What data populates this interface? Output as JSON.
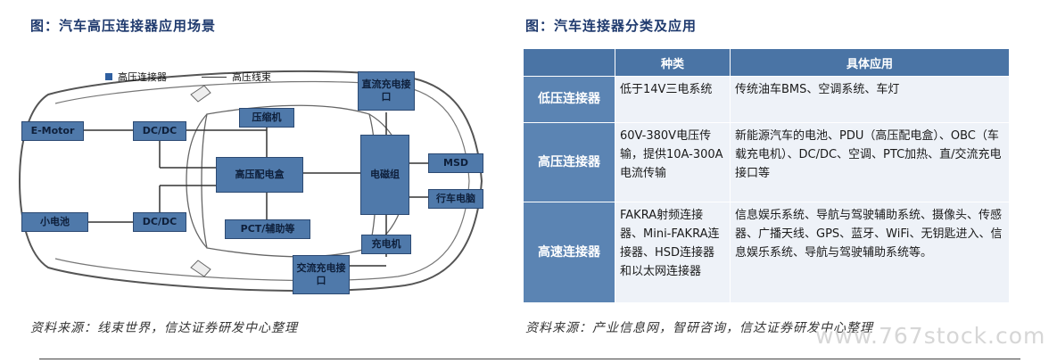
{
  "left_title": "图：汽车高压连接器应用场景",
  "right_title": "图：汽车连接器分类及应用",
  "left_source": "资料来源：线束世界，信达证券研发中心整理",
  "right_source": "资料来源：产业信息网，智研咨询，信达证券研发中心整理",
  "watermark": "www.767stock.com",
  "legend": {
    "connector": "高压连接器",
    "harness": "高压线束"
  },
  "diagram_boxes": {
    "e_motor": "E-Motor",
    "dcdc_top": "DC/DC",
    "compressor": "压缩机",
    "dc_charge_port": "直流充电接口",
    "hv_distribution": "高压配电盒",
    "battery_pack": "电磁组",
    "msd": "MSD",
    "vehicle_computer": "行车电脑",
    "small_battery": "小电池",
    "dcdc_bottom": "DC/DC",
    "ptc_aux": "PCT/辅助等",
    "charger": "充电机",
    "ac_charge_port": "交流充电接口"
  },
  "colors": {
    "box_fill": "#4f79aa",
    "header_fill": "#4a74a5",
    "cell_fill": "#eef2f8"
  },
  "table": {
    "headers": [
      "",
      "种类",
      "具体应用"
    ],
    "rows": [
      {
        "category": "低压连接器",
        "type": "低于14V三电系统",
        "application": "传统油车BMS、空调系统、车灯"
      },
      {
        "category": "高压连接器",
        "type": "60V-380V电压传输，提供10A-300A电流传输",
        "application": "新能源汽车的电池、PDU（高压配电盒）、OBC（车载充电机）、DC/DC、空调、PTC加热、直/交流充电接口等"
      },
      {
        "category": "高速连接器",
        "type": "FAKRA射频连接器、Mini-FAKRA连接器、HSD连接器和以太网连接器",
        "application": "信息娱乐系统、导航与驾驶辅助系统、摄像头、传感器、广播天线、GPS、蓝牙、WiFi、无钥匙进入、信息娱乐系统、导航与驾驶辅助系统等。"
      }
    ]
  }
}
